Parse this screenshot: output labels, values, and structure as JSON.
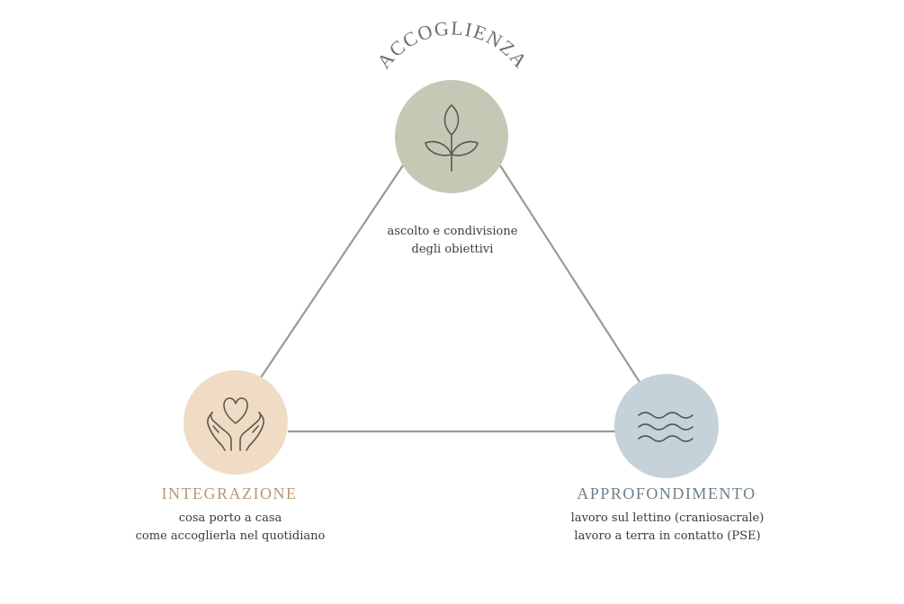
{
  "colors": {
    "line": "#9a9a93",
    "accoglienza_circle": "#c3c9b5",
    "integrazione_circle": "#f0dcc4",
    "approfondimento_circle": "#c6d2d9",
    "accoglienza_title": "#6f6f6a",
    "integrazione_title": "#b39a78",
    "approfondimento_title": "#6f7f8a",
    "icon_stroke": "#5b5a4f"
  },
  "nodes": {
    "accoglienza": {
      "title": "ACCOGLIENZA",
      "icon": "sprout-icon",
      "desc_line1": "ascolto e condivisione",
      "desc_line2": "degli obiettivi"
    },
    "integrazione": {
      "title": "INTEGRAZIONE",
      "icon": "hands-heart-icon",
      "desc_line1": "cosa porto a casa",
      "desc_line2": "come accoglierla nel quotidiano"
    },
    "approfondimento": {
      "title": "APPROFONDIMENTO",
      "icon": "waves-icon",
      "desc_line1": "lavoro sul lettino (craniosacrale)",
      "desc_line2": "lavoro a terra in contatto (PSE)"
    }
  }
}
